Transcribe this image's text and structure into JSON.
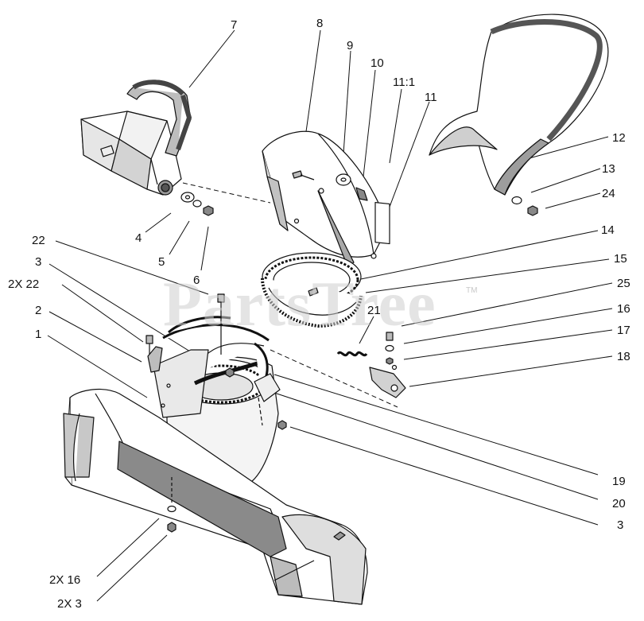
{
  "watermark": {
    "text": "PartsTree",
    "tm": "TM"
  },
  "callouts": {
    "c7": "7",
    "c8": "8",
    "c9": "9",
    "c10": "10",
    "c11_1": "11:1",
    "c11": "11",
    "c12": "12",
    "c13": "13",
    "c24": "24",
    "c14": "14",
    "c15": "15",
    "c25": "25",
    "c16": "16",
    "c17": "17",
    "c18": "18",
    "c22": "22",
    "c3a": "3",
    "c2x22": "2X 22",
    "c2": "2",
    "c1": "1",
    "c4": "4",
    "c5": "5",
    "c6": "6",
    "c21": "21",
    "c19": "19",
    "c20": "20",
    "c3b": "3",
    "c2x16": "2X 16",
    "c2x3": "2X 3"
  },
  "colors": {
    "line": "#111111",
    "fill_light": "#eeeeee",
    "fill_mid": "#d8d8d8",
    "fill_dark": "#9a9a9a",
    "watermark": "#cfcfcf"
  }
}
